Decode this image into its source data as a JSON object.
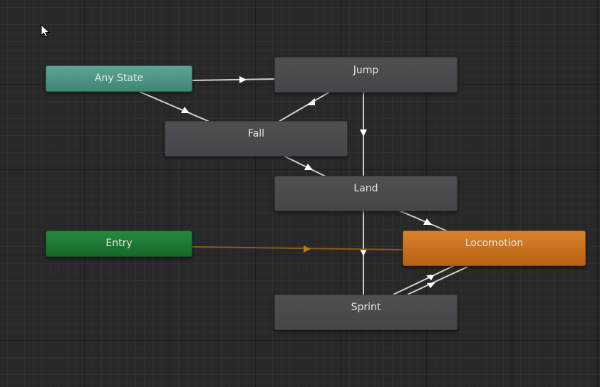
{
  "graph": {
    "nodes": {
      "any_state": {
        "label": "Any State"
      },
      "jump": {
        "label": "Jump"
      },
      "fall": {
        "label": "Fall"
      },
      "land": {
        "label": "Land"
      },
      "entry": {
        "label": "Entry"
      },
      "locomotion": {
        "label": "Locomotion"
      },
      "sprint": {
        "label": "Sprint"
      }
    },
    "transitions": [
      {
        "from": "Any State",
        "to": "Jump"
      },
      {
        "from": "Any State",
        "to": "Fall"
      },
      {
        "from": "Fall",
        "to": "Jump"
      },
      {
        "from": "Jump",
        "to": "Land"
      },
      {
        "from": "Fall",
        "to": "Land"
      },
      {
        "from": "Land",
        "to": "Locomotion"
      },
      {
        "from": "Land",
        "to": "Sprint"
      },
      {
        "from": "Entry",
        "to": "Locomotion"
      },
      {
        "from": "Locomotion",
        "to": "Sprint"
      },
      {
        "from": "Sprint",
        "to": "Locomotion"
      }
    ]
  },
  "colors": {
    "grid_background": "#282828",
    "state_node": "#4a4b4f",
    "any_state_node": "#4f9a89",
    "entry_node": "#1d7a34",
    "default_state_node": "#c8711e",
    "transition_line": "#d0d0d0",
    "entry_transition_line": "#8a5a10"
  }
}
